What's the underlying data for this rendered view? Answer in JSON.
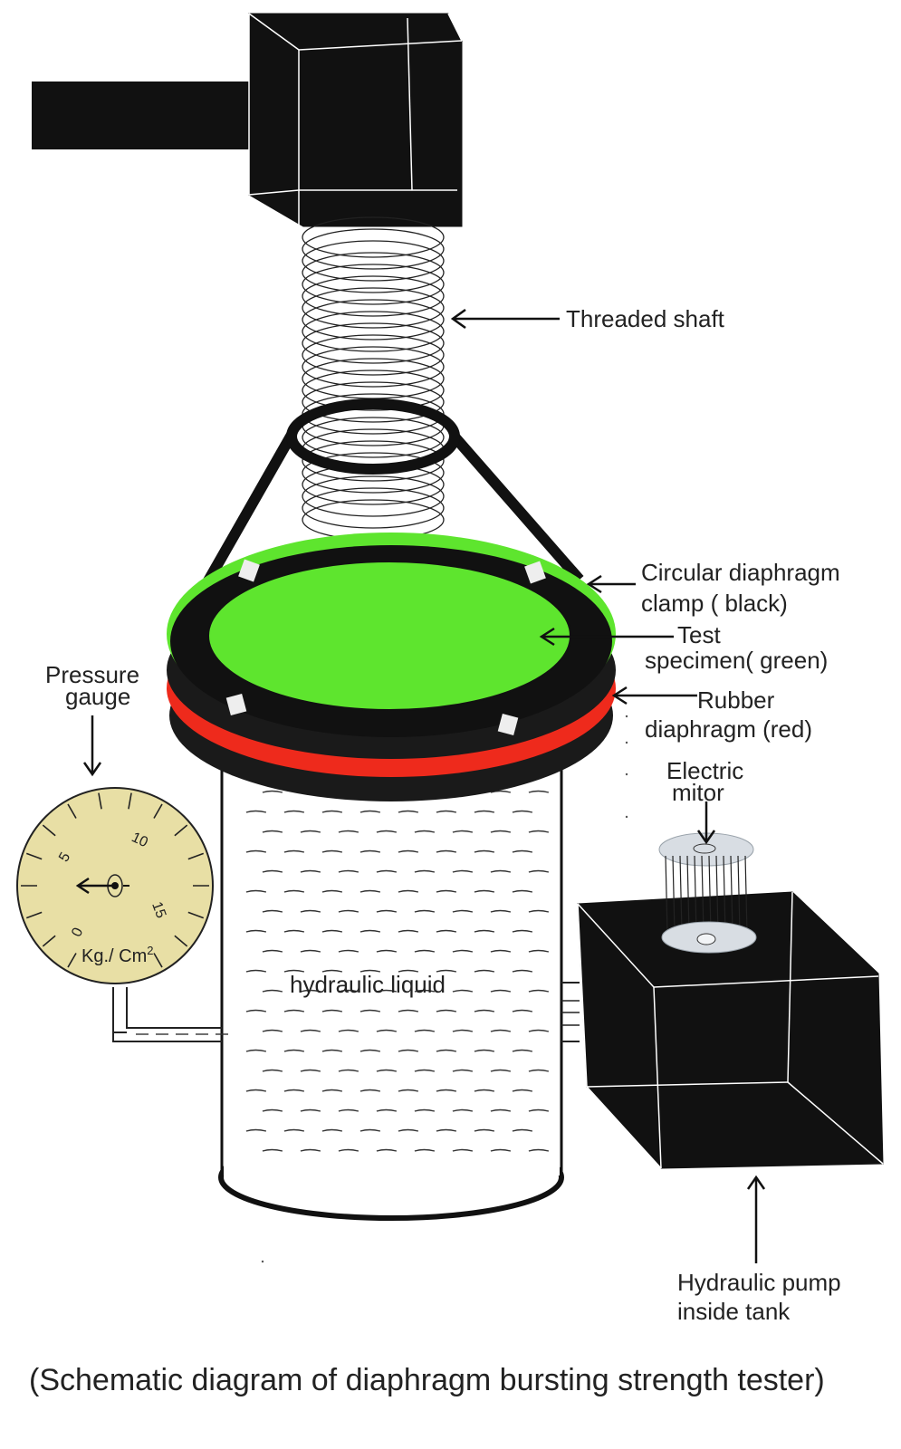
{
  "labels": {
    "threaded_shaft": "Threaded shaft",
    "clamp_line1": "Circular diaphragm",
    "clamp_line2": "clamp ( black)",
    "specimen_line1": "Test",
    "specimen_line2": "specimen( green)",
    "rubber_line1": "Rubber",
    "rubber_line2": "diaphragm  (red)",
    "motor_line1": "Electric",
    "motor_line2": "mitor",
    "gauge_line1": "Pressure",
    "gauge_line2": "gauge",
    "liquid": "hydraulic liquid",
    "pump_line1": "Hydraulic pump",
    "pump_line2": "inside tank"
  },
  "gauge": {
    "tick_0": "0",
    "tick_5": "5",
    "tick_10": "10",
    "tick_15": "15",
    "unit": "Kg./ Cm",
    "unit_sup": "2"
  },
  "caption": "(Schematic diagram of diaphragm bursting strength tester)",
  "colors": {
    "clamp": "#111111",
    "specimen": "#5ee52e",
    "rubber": "#ee2a1c",
    "gauge_face": "#e8dfa5",
    "motor_disc": "#d8dde3"
  }
}
